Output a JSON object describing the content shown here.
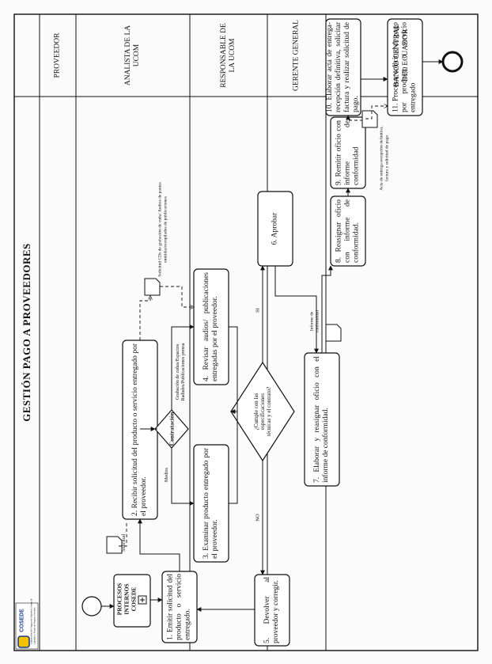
{
  "title": "GESTIÓN PAGO A PROVEEDORES",
  "logo_text": "COSEDE",
  "logo_subtext": "Corporación del Seguro de Depósitos, Fondo de Liquidez y Fondo de Seguros Privados",
  "lanes": [
    "PROVEEDOR",
    "ANALISTA DE LA UCOM",
    "RESPONSABLE DE LA UCOM",
    "GERENTE GENERAL",
    "BANCO CENTRAL DEL ECUADOR"
  ],
  "subprocess": "PROCESOS INTERNOS COSEDE",
  "tasks": {
    "t1": "1. Emitir solicitud del producto o servicio entregado.",
    "t2": "2. Recibir solicitud del producto o servicio entregado por el proveedor.",
    "t3": "3. Examinar producto entregado por el proveedor.",
    "t4": "4. Revisar audios/ publicaciones entregadas por el proveedor.",
    "t5": "5. Devolver al proveedor y corregir.",
    "t6": "6. Aprobar",
    "t7": "7. Elaborar y reasignar oficio con el informe de conformidad.",
    "t8": "8. Reasignar oficio con informe de conformidad.",
    "t9": "9. Remitir oficio con informe de conformidad",
    "t10": "10. Elaborar acta de entrega-recepción definitiva, solicitar factura y realizar solicitud de pago.",
    "t11": "11. Procesar solicitud de pago por producto o servicio entregado"
  },
  "gateways": {
    "g1": "Contratación",
    "g2": "¿Cumple con las especificaciones técnicas y el contrato?"
  },
  "labels": {
    "medios": "Medios",
    "si": "SI",
    "no": "NO",
    "grabacion": "Grabación de cuñas/Espacios Radiales/Publicaciones prensa",
    "doc_solicitud1": "Solicitud",
    "doc_solicitud2": "Solicitud CDs de grabación de cuña/ Audios de pautas emitidas/recopilados de publicaciones",
    "doc_informe": "Informe de conformidad",
    "doc_acta": "Acta de entrega-recepción definitiva, factura y solicitud de pago"
  }
}
